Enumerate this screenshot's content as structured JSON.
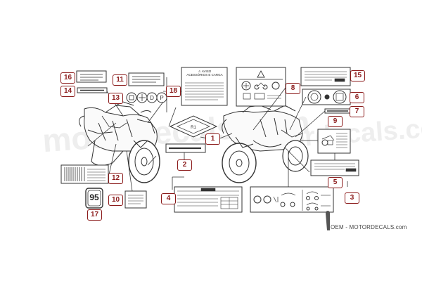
{
  "diagram": {
    "callouts": [
      "1",
      "2",
      "3",
      "4",
      "5",
      "6",
      "7",
      "8",
      "9",
      "10",
      "11",
      "12",
      "13",
      "14",
      "15",
      "16",
      "17",
      "18"
    ],
    "sticker_texts": {
      "warning_line1": "⚠ AVISO",
      "warning_line2": "ACESSÓRIOS E CARGA",
      "plate_number": "95"
    },
    "watermark": {
      "text": "OEM - MOTORDECALS.com",
      "background_text": "motordecals.com"
    },
    "colors": {
      "callout": "#8b1a1a",
      "line": "#333333"
    }
  }
}
